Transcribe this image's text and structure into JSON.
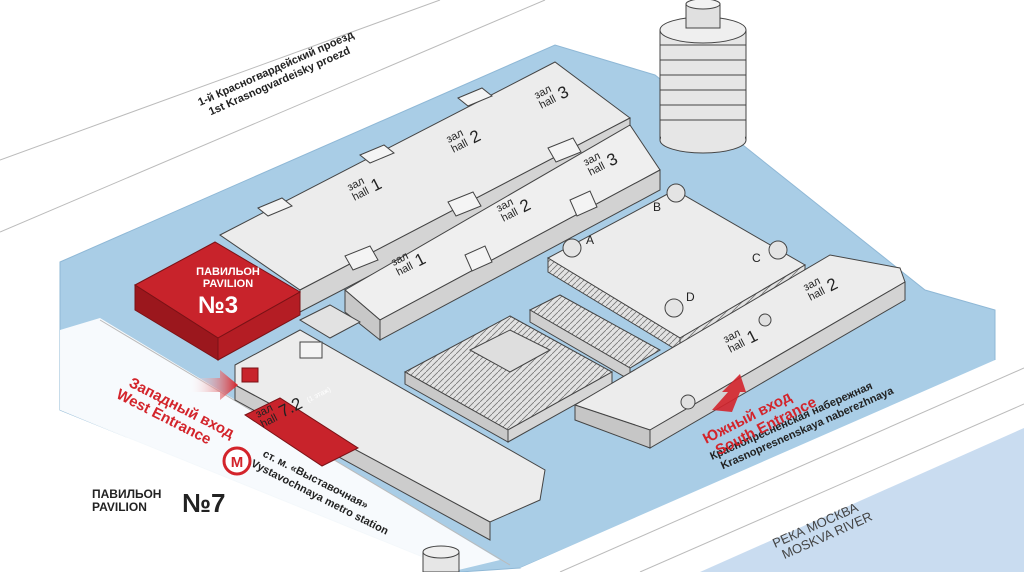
{
  "roads": {
    "north_ru": "1-й Красногвардейский проезд",
    "north_en": "1st Krasnogvardeisky proezd",
    "south_ru": "Краснопресненская набережная",
    "south_en": "Krasnopresnenskaya naberezhnaya"
  },
  "river": {
    "ru": "РЕКА МОСКВА",
    "en": "MOSKVA RIVER"
  },
  "pavilion3": {
    "line1": "ПАВИЛЬОН",
    "line2": "PAVILION",
    "number": "№3"
  },
  "pavilion7": {
    "line1": "ПАВИЛЬОН",
    "line2": "PAVILION",
    "number": "№7"
  },
  "hall_word": {
    "ru": "зал",
    "en": "hall"
  },
  "halls": [
    {
      "id": "p3-hall-1",
      "num": "1"
    },
    {
      "id": "p3-hall-2",
      "num": "2"
    },
    {
      "id": "p3-hall-3",
      "num": "3"
    },
    {
      "id": "p2-hall-1",
      "num": "1"
    },
    {
      "id": "p2-hall-2",
      "num": "2"
    },
    {
      "id": "p2-hall-3",
      "num": "3"
    },
    {
      "id": "p5-hall-1",
      "num": "1"
    },
    {
      "id": "p5-hall-2",
      "num": "2"
    }
  ],
  "hall72": {
    "num": "7.2",
    "note": "(1 этаж)"
  },
  "expocentre_corners": [
    "A",
    "B",
    "C",
    "D"
  ],
  "west_entrance": {
    "ru": "Западный вход",
    "en": "West Entrance"
  },
  "south_entrance": {
    "ru": "Южный вход",
    "en": "South Entrance"
  },
  "metro": {
    "symbol": "M",
    "ru": "ст. м. «Выставочная»",
    "en": "Vystavochnaya metro station"
  },
  "colors": {
    "water": "#a9cde6",
    "building_fill": "#ebebeb",
    "building_stroke": "#444444",
    "highlight_red": "#c8232b",
    "accent_red": "#d3242b",
    "ground": "#ffffff",
    "river": "#c9dcf0"
  }
}
